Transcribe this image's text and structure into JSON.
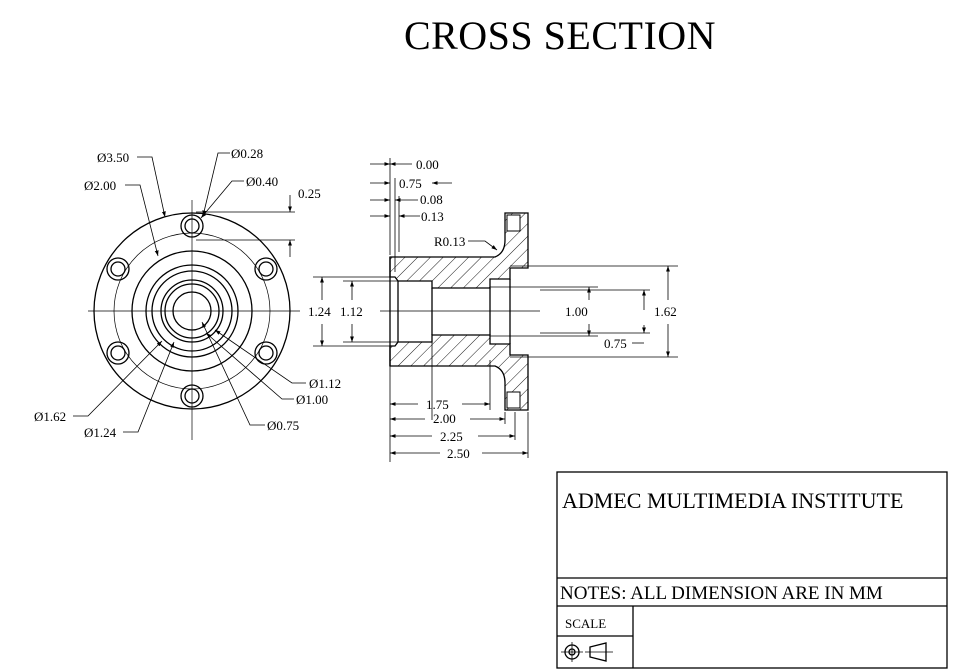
{
  "title": "CROSS SECTION",
  "front_view": {
    "labels": {
      "d350": "Ø3.50",
      "d200": "Ø2.00",
      "d028": "Ø0.28",
      "d040": "Ø0.40",
      "r025": "0.25",
      "d162": "Ø1.62",
      "d124": "Ø1.24",
      "d112": "Ø1.12",
      "d100": "Ø1.00",
      "d075": "Ø0.75"
    }
  },
  "section_view": {
    "labels": {
      "t000": "0.00",
      "t075": "0.75",
      "t008": "0.08",
      "t013": "0.13",
      "r013": "R0.13",
      "v124": "1.24",
      "v112": "1.12",
      "v100": "1.00",
      "v162": "1.62",
      "v075": "0.75",
      "b175": "1.75",
      "b200": "2.00",
      "b225": "2.25",
      "b250": "2.50"
    }
  },
  "title_block": {
    "institute": "ADMEC MULTIMEDIA INSTITUTE",
    "notes": "NOTES: ALL DIMENSION ARE IN MM",
    "scale": "SCALE"
  }
}
